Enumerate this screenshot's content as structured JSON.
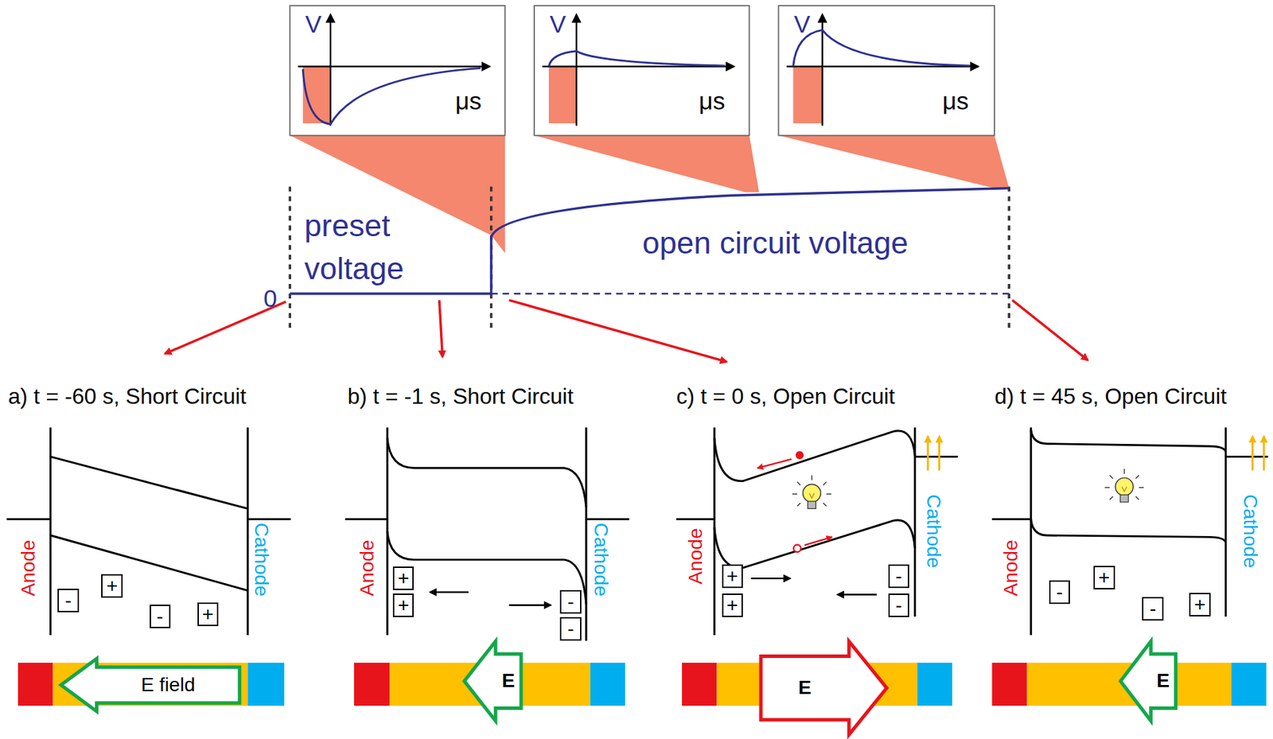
{
  "diagram": {
    "nodes": [
      {
        "text": [
          "-"
        ]
      },
      {
        "text": [
          "+"
        ]
      },
      {
        "text": [
          "-"
        ]
      },
      {
        "text": [
          "+"
        ]
      },
      {
        "text": [
          "E field"
        ]
      },
      {
        "text": [
          "+"
        ]
      },
      {
        "text": [
          "+"
        ]
      },
      {
        "text": [
          "-"
        ]
      },
      {
        "text": [
          "-"
        ]
      },
      {
        "text": [
          "E"
        ]
      },
      {
        "text": [
          "+"
        ]
      },
      {
        "text": [
          "+"
        ]
      },
      {
        "text": [
          "-"
        ]
      },
      {
        "text": [
          "-"
        ]
      },
      {
        "text": [
          "E"
        ]
      },
      {
        "text": [
          "-"
        ]
      },
      {
        "text": [
          "+"
        ]
      },
      {
        "text": [
          "-"
        ]
      },
      {
        "text": [
          "+"
        ]
      },
      {
        "text": [
          "E"
        ]
      }
    ],
    "labels": [
      "V",
      "μs",
      "V",
      "μs",
      "V",
      "μs",
      "preset voltage",
      "0",
      "open circuit voltage",
      "a) t = -60 s, Short Circuit",
      "b) t = -1 s, Short Circuit",
      "c) t = 0 s, Open Circuit",
      "d) t = 45 s, Open Circuit",
      "Anode",
      "Cathode",
      "Anode",
      "Cathode",
      "Anode",
      "Cathode",
      "Anode",
      "Cathode"
    ]
  }
}
